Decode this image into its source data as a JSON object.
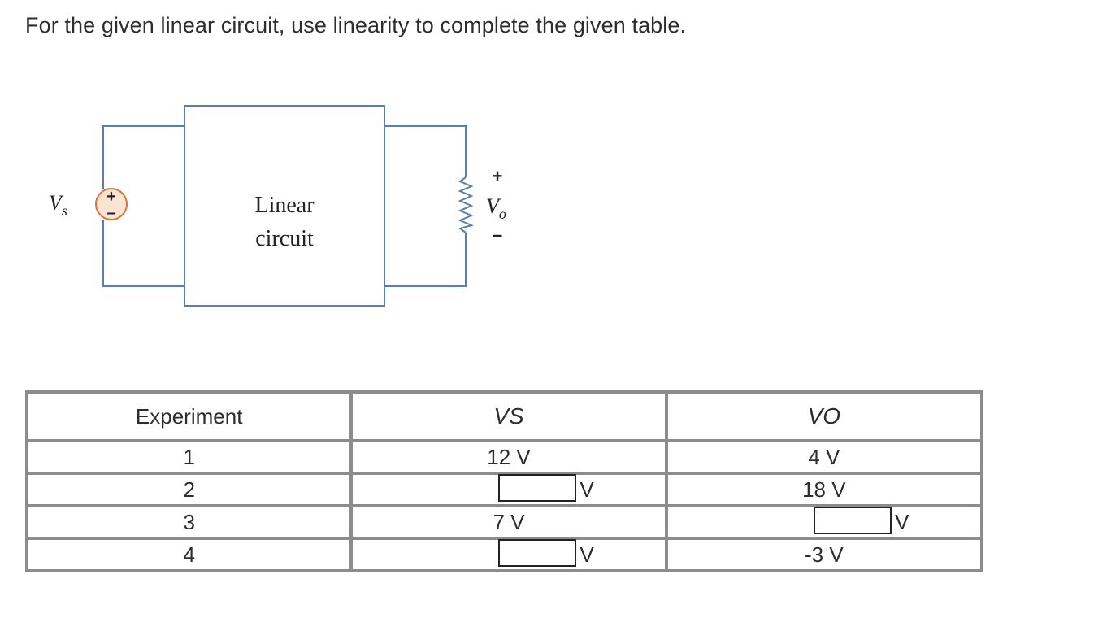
{
  "question": "For the given linear circuit, use linearity to complete the given table.",
  "circuit": {
    "source_label": "V",
    "source_sub": "s",
    "box_label_line1": "Linear",
    "box_label_line2": "circuit",
    "output_plus": "+",
    "output_label": "V",
    "output_sub": "o",
    "output_minus": "–",
    "source_plus": "+",
    "source_minus": "–",
    "wire_color": "#5a7fa8",
    "source_color": "#e07040"
  },
  "table": {
    "headers": {
      "experiment": "Experiment",
      "vs_main": "V",
      "vs_sub": "S",
      "vo_main": "V",
      "vo_sub": "O"
    },
    "rows": [
      {
        "experiment": "1",
        "vs": "12 V",
        "vs_unit": "",
        "vs_input": false,
        "vo": "4 V",
        "vo_unit": "",
        "vo_input": false
      },
      {
        "experiment": "2",
        "vs": "",
        "vs_unit": "V",
        "vs_input": true,
        "vo": "18 V",
        "vo_unit": "",
        "vo_input": false
      },
      {
        "experiment": "3",
        "vs": "7 V",
        "vs_unit": "",
        "vs_input": false,
        "vo": "",
        "vo_unit": "V",
        "vo_input": true
      },
      {
        "experiment": "4",
        "vs": "",
        "vs_unit": "V",
        "vs_input": true,
        "vo": "-3 V",
        "vo_unit": "",
        "vo_input": false
      }
    ]
  }
}
